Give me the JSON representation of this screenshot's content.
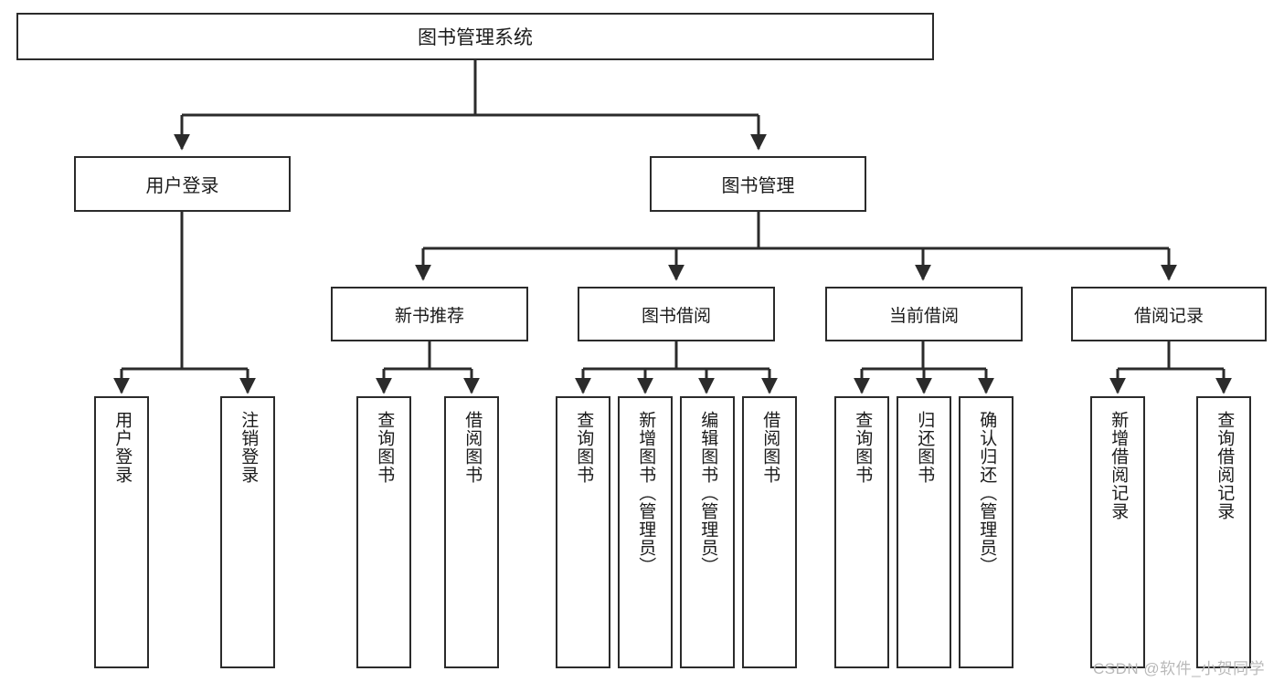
{
  "diagram": {
    "title": "图书管理系统",
    "type": "hierarchy-tree",
    "root": {
      "id": "root",
      "label": "图书管理系统"
    },
    "level2": [
      {
        "id": "user-login",
        "label": "用户登录"
      },
      {
        "id": "book-manage",
        "label": "图书管理"
      }
    ],
    "level3": [
      {
        "id": "new-book-rec",
        "label": "新书推荐",
        "parent": "book-manage"
      },
      {
        "id": "book-borrow",
        "label": "图书借阅",
        "parent": "book-manage"
      },
      {
        "id": "current-borrow",
        "label": "当前借阅",
        "parent": "book-manage"
      },
      {
        "id": "borrow-record",
        "label": "借阅记录",
        "parent": "book-manage"
      }
    ],
    "leaves": [
      {
        "id": "leaf-user-login",
        "label": "用户登录",
        "parent": "user-login"
      },
      {
        "id": "leaf-logout",
        "label": "注销登录",
        "parent": "user-login"
      },
      {
        "id": "leaf-query-book-1",
        "label": "查询图书",
        "parent": "new-book-rec"
      },
      {
        "id": "leaf-borrow-book-1",
        "label": "借阅图书",
        "parent": "new-book-rec"
      },
      {
        "id": "leaf-query-book-2",
        "label": "查询图书",
        "parent": "book-borrow"
      },
      {
        "id": "leaf-add-book",
        "label": "新增图书（管理员）",
        "parent": "book-borrow"
      },
      {
        "id": "leaf-edit-book",
        "label": "编辑图书（管理员）",
        "parent": "book-borrow"
      },
      {
        "id": "leaf-borrow-book-2",
        "label": "借阅图书",
        "parent": "book-borrow"
      },
      {
        "id": "leaf-query-book-3",
        "label": "查询图书",
        "parent": "current-borrow"
      },
      {
        "id": "leaf-return-book",
        "label": "归还图书",
        "parent": "current-borrow"
      },
      {
        "id": "leaf-confirm-return",
        "label": "确认归还（管理员）",
        "parent": "current-borrow"
      },
      {
        "id": "leaf-add-record",
        "label": "新增借阅记录",
        "parent": "borrow-record"
      },
      {
        "id": "leaf-query-record",
        "label": "查询借阅记录",
        "parent": "borrow-record"
      }
    ],
    "watermark": "CSDN @软件_小贺同学",
    "colors": {
      "stroke": "#2b2b2b",
      "fill": "#ffffff",
      "text": "#1a1a1a",
      "watermark": "#b9b9b9"
    }
  }
}
